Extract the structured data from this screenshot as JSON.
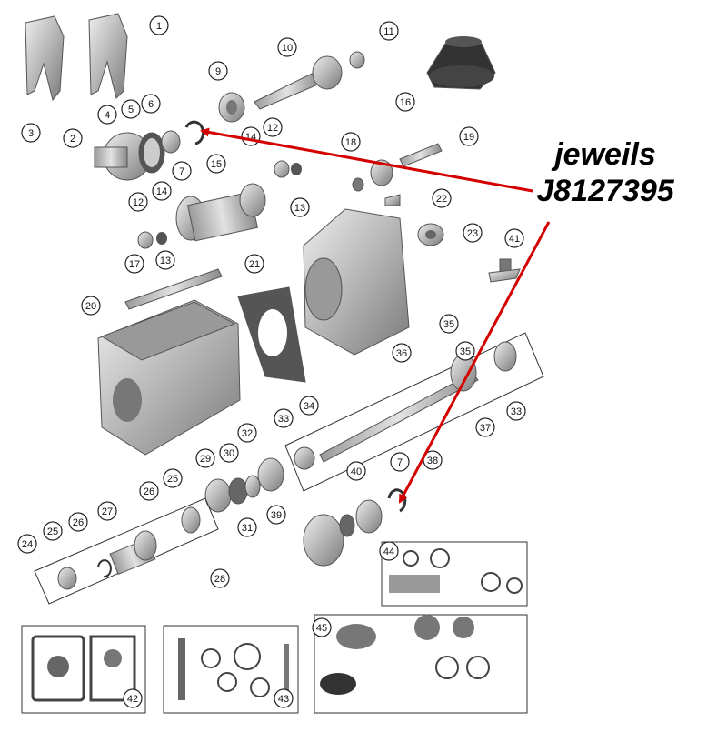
{
  "annotation": {
    "line1": "jeweils",
    "line2": "J8127395",
    "arrow_color": "#d40000"
  },
  "callouts": [
    "1",
    "2",
    "3",
    "4",
    "5",
    "6",
    "7",
    "9",
    "10",
    "11",
    "12",
    "13",
    "14",
    "15",
    "16",
    "17",
    "18",
    "19",
    "20",
    "21",
    "22",
    "23",
    "24",
    "25",
    "26",
    "27",
    "28",
    "29",
    "30",
    "31",
    "32",
    "33",
    "34",
    "35",
    "36",
    "37",
    "38",
    "39",
    "40",
    "41",
    "42",
    "43",
    "44",
    "45"
  ],
  "colors": {
    "part_fill": "#cfcfcf",
    "part_dark": "#8c8c8c",
    "line": "#444444"
  }
}
